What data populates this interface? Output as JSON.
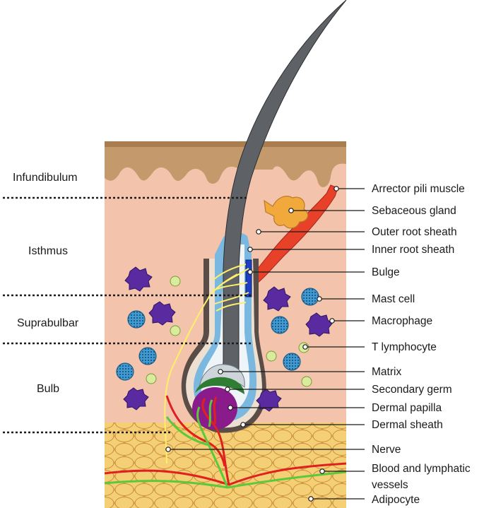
{
  "zones": [
    {
      "id": "infundibulum",
      "label": "Infundibulum"
    },
    {
      "id": "isthmus",
      "label": "Isthmus"
    },
    {
      "id": "suprabulbar",
      "label": "Suprabulbar"
    },
    {
      "id": "bulb",
      "label": "Bulb"
    }
  ],
  "structures": [
    {
      "id": "arrector",
      "label": "Arrector pili muscle"
    },
    {
      "id": "sebaceous",
      "label": "Sebaceous gland"
    },
    {
      "id": "outer-root",
      "label": "Outer root sheath"
    },
    {
      "id": "inner-root",
      "label": "Inner root sheath"
    },
    {
      "id": "bulge",
      "label": "Bulge"
    },
    {
      "id": "mast",
      "label": "Mast cell"
    },
    {
      "id": "macrophage",
      "label": "Macrophage"
    },
    {
      "id": "tlymph",
      "label": "T lymphocyte"
    },
    {
      "id": "matrix",
      "label": "Matrix"
    },
    {
      "id": "secondary-germ",
      "label": "Secondary germ"
    },
    {
      "id": "dermal-papilla",
      "label": "Dermal papilla"
    },
    {
      "id": "dermal-sheath",
      "label": "Dermal sheath"
    },
    {
      "id": "nerve",
      "label": "Nerve"
    },
    {
      "id": "vessels",
      "label": "Blood and lymphatic",
      "label2": "vessels"
    },
    {
      "id": "adipocyte",
      "label": "Adipocyte"
    }
  ],
  "colors": {
    "epidermis": "#b38a5e",
    "dermis": "#f4c3ac",
    "fat": "#f0c569",
    "hair": "#5e6266",
    "outer_sheath": "#7ab8e0",
    "muscle": "#e8412a",
    "sebaceous": "#f2a93b",
    "bulge": "#1f3fc4",
    "papilla": "#8a1b8a",
    "secondary_germ": "#2e7d32",
    "macrophage": "#5a2aa0",
    "mast": "#3f9bd1",
    "tcell": "#d8ec9c",
    "nerve": "#fff06a",
    "blood": "#e02020",
    "lymph": "#5cc83c"
  }
}
